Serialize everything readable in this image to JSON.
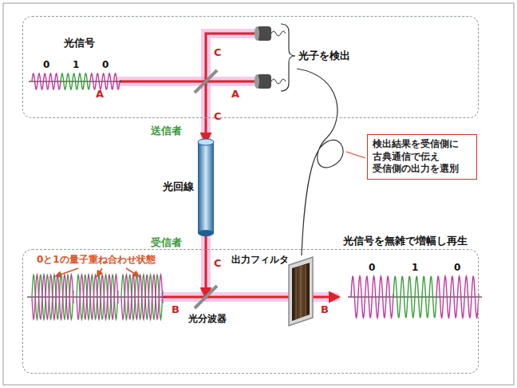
{
  "diagram": {
    "nodes": [
      {
        "text": [
          "送信者"
        ]
      },
      {
        "text": [
          "受信者"
        ]
      },
      {
        "text": [
          "検出結果を受信側に 古典通信で伝え 受信側の出力を選別"
        ]
      }
    ],
    "labels": [
      "光信号",
      "0",
      "1",
      "0",
      "A",
      "A",
      "C",
      "光子を検出",
      "C",
      "光回線",
      "C",
      "0と1の量子重ね合わせ状態",
      "出力フィルタ",
      "光信号を無雑で増幅し再生",
      "0",
      "1",
      "0",
      "B",
      "光分波器",
      "B"
    ]
  }
}
